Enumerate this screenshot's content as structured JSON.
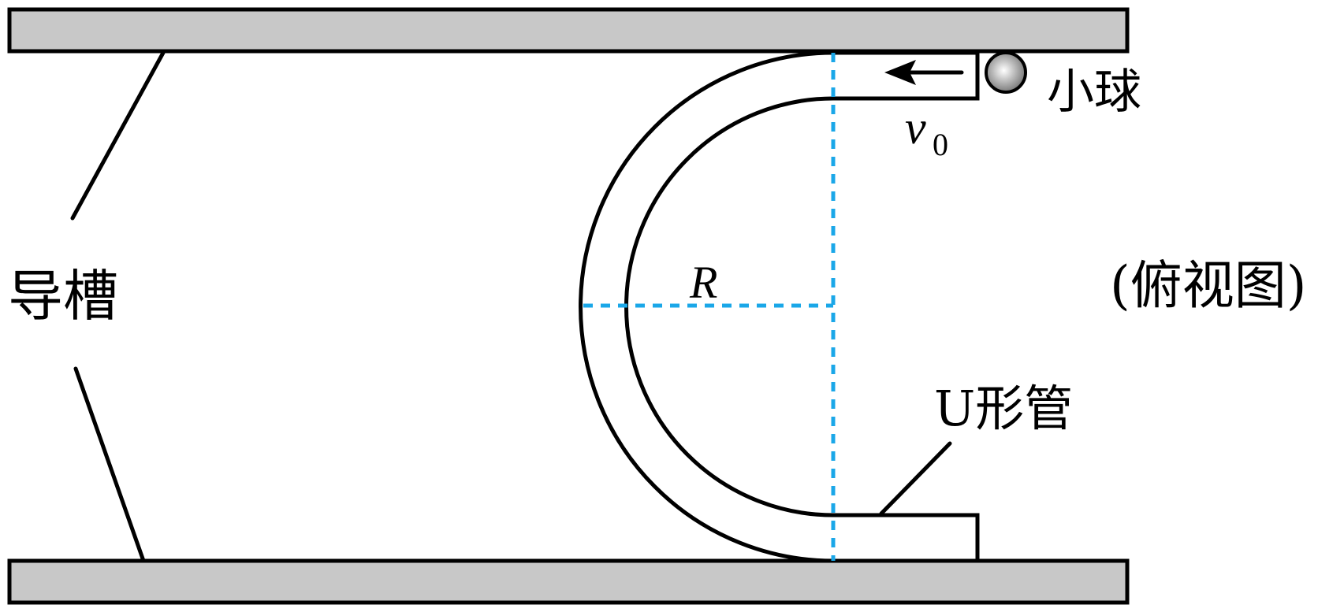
{
  "labels": {
    "guide_groove": "导槽",
    "ball": "小球",
    "u_tube": "U形管",
    "view": "(俯视图)",
    "radius": "R",
    "velocity": "v",
    "velocity_subscript": "0"
  },
  "colors": {
    "rail_fill": "#c8c8c8",
    "dashed_line": "#1aa7e8",
    "stroke": "#000000"
  }
}
